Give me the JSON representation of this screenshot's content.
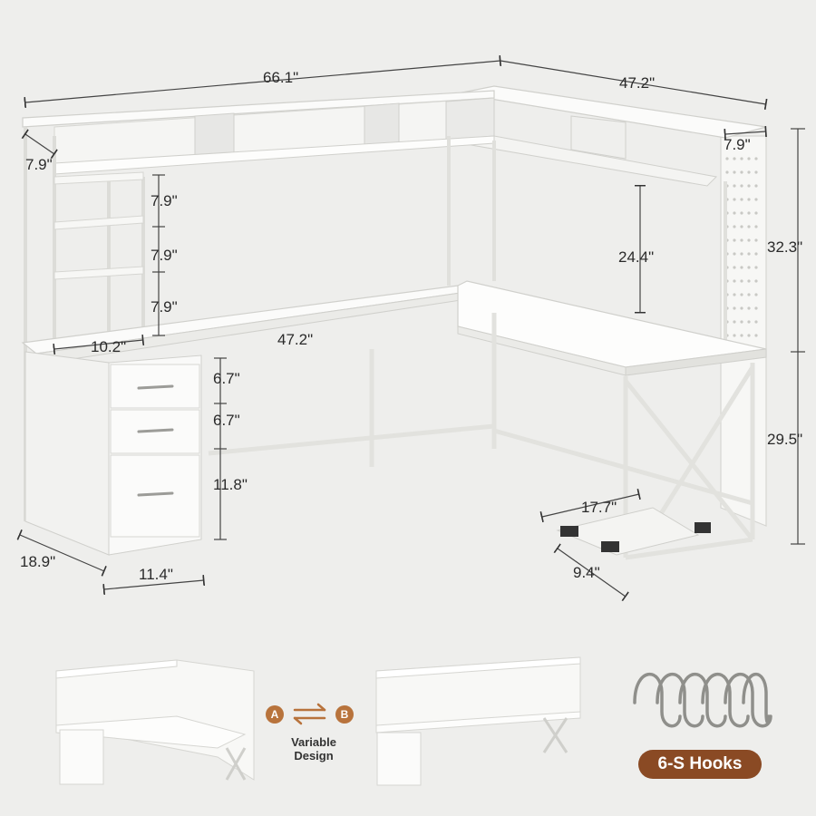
{
  "dimensions": {
    "hutch_length": "66.1\"",
    "side_length": "47.2\"",
    "shelf_depth": "7.9\"",
    "corner_shelf_depth": "7.9\"",
    "shelf_gap_1": "7.9\"",
    "shelf_gap_2": "7.9\"",
    "shelf_gap_3": "7.9\"",
    "shelf_width": "10.2\"",
    "desk_length": "47.2\"",
    "hutch_clearance": "24.4\"",
    "hutch_height": "32.3\"",
    "desk_height": "29.5\"",
    "drawer_1": "6.7\"",
    "drawer_2": "6.7\"",
    "drawer_3": "11.8\"",
    "cabinet_depth": "18.9\"",
    "cabinet_width": "11.4\"",
    "stand_length": "17.7\"",
    "stand_width": "9.4\""
  },
  "variants": {
    "badge_a": "A",
    "badge_b": "B",
    "caption": "Variable Design"
  },
  "hooks": {
    "label": "6-S Hooks"
  },
  "colors": {
    "badge": "#b8733c",
    "pill": "#8a4a24",
    "background": "#eeeeec"
  }
}
